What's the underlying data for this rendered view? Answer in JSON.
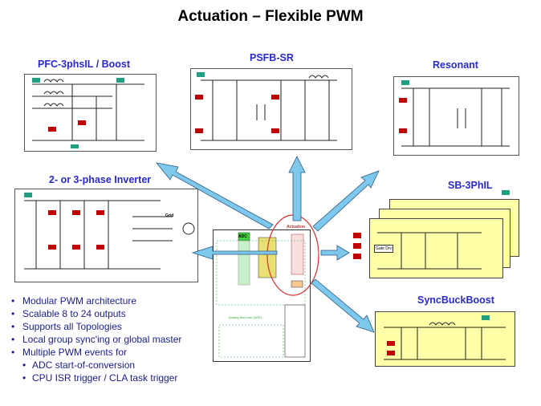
{
  "title": "Actuation – Flexible PWM",
  "panels": {
    "pfc": "PFC-3phsIL / Boost",
    "psfb": "PSFB-SR",
    "resonant": "Resonant",
    "inverter": "2- or 3-phase Inverter",
    "inverter_grid": "Grid",
    "sb3phil": "SB-3PhIL",
    "sb3phil_gate": "Gate Drv",
    "syncbuckboost": "SyncBuckBoost"
  },
  "chip": {
    "adc": "ADC",
    "actuation": "Actuation",
    "afe": "Analog front end (AFE)"
  },
  "bullets": [
    "Modular PWM architecture",
    "Scalable 8 to 24 outputs",
    "Supports all Topologies",
    "Local group sync'ing or global master",
    "Multiple PWM events for"
  ],
  "sub_bullets": [
    "ADC start-of-conversion",
    "CPU ISR trigger / CLA task trigger"
  ],
  "colors": {
    "label": "#2a2ac8",
    "bullets": "#1c1c8c",
    "arrow": "#7ec8ee",
    "highlight": "#ffffa8",
    "ellipse": "#d03030"
  }
}
